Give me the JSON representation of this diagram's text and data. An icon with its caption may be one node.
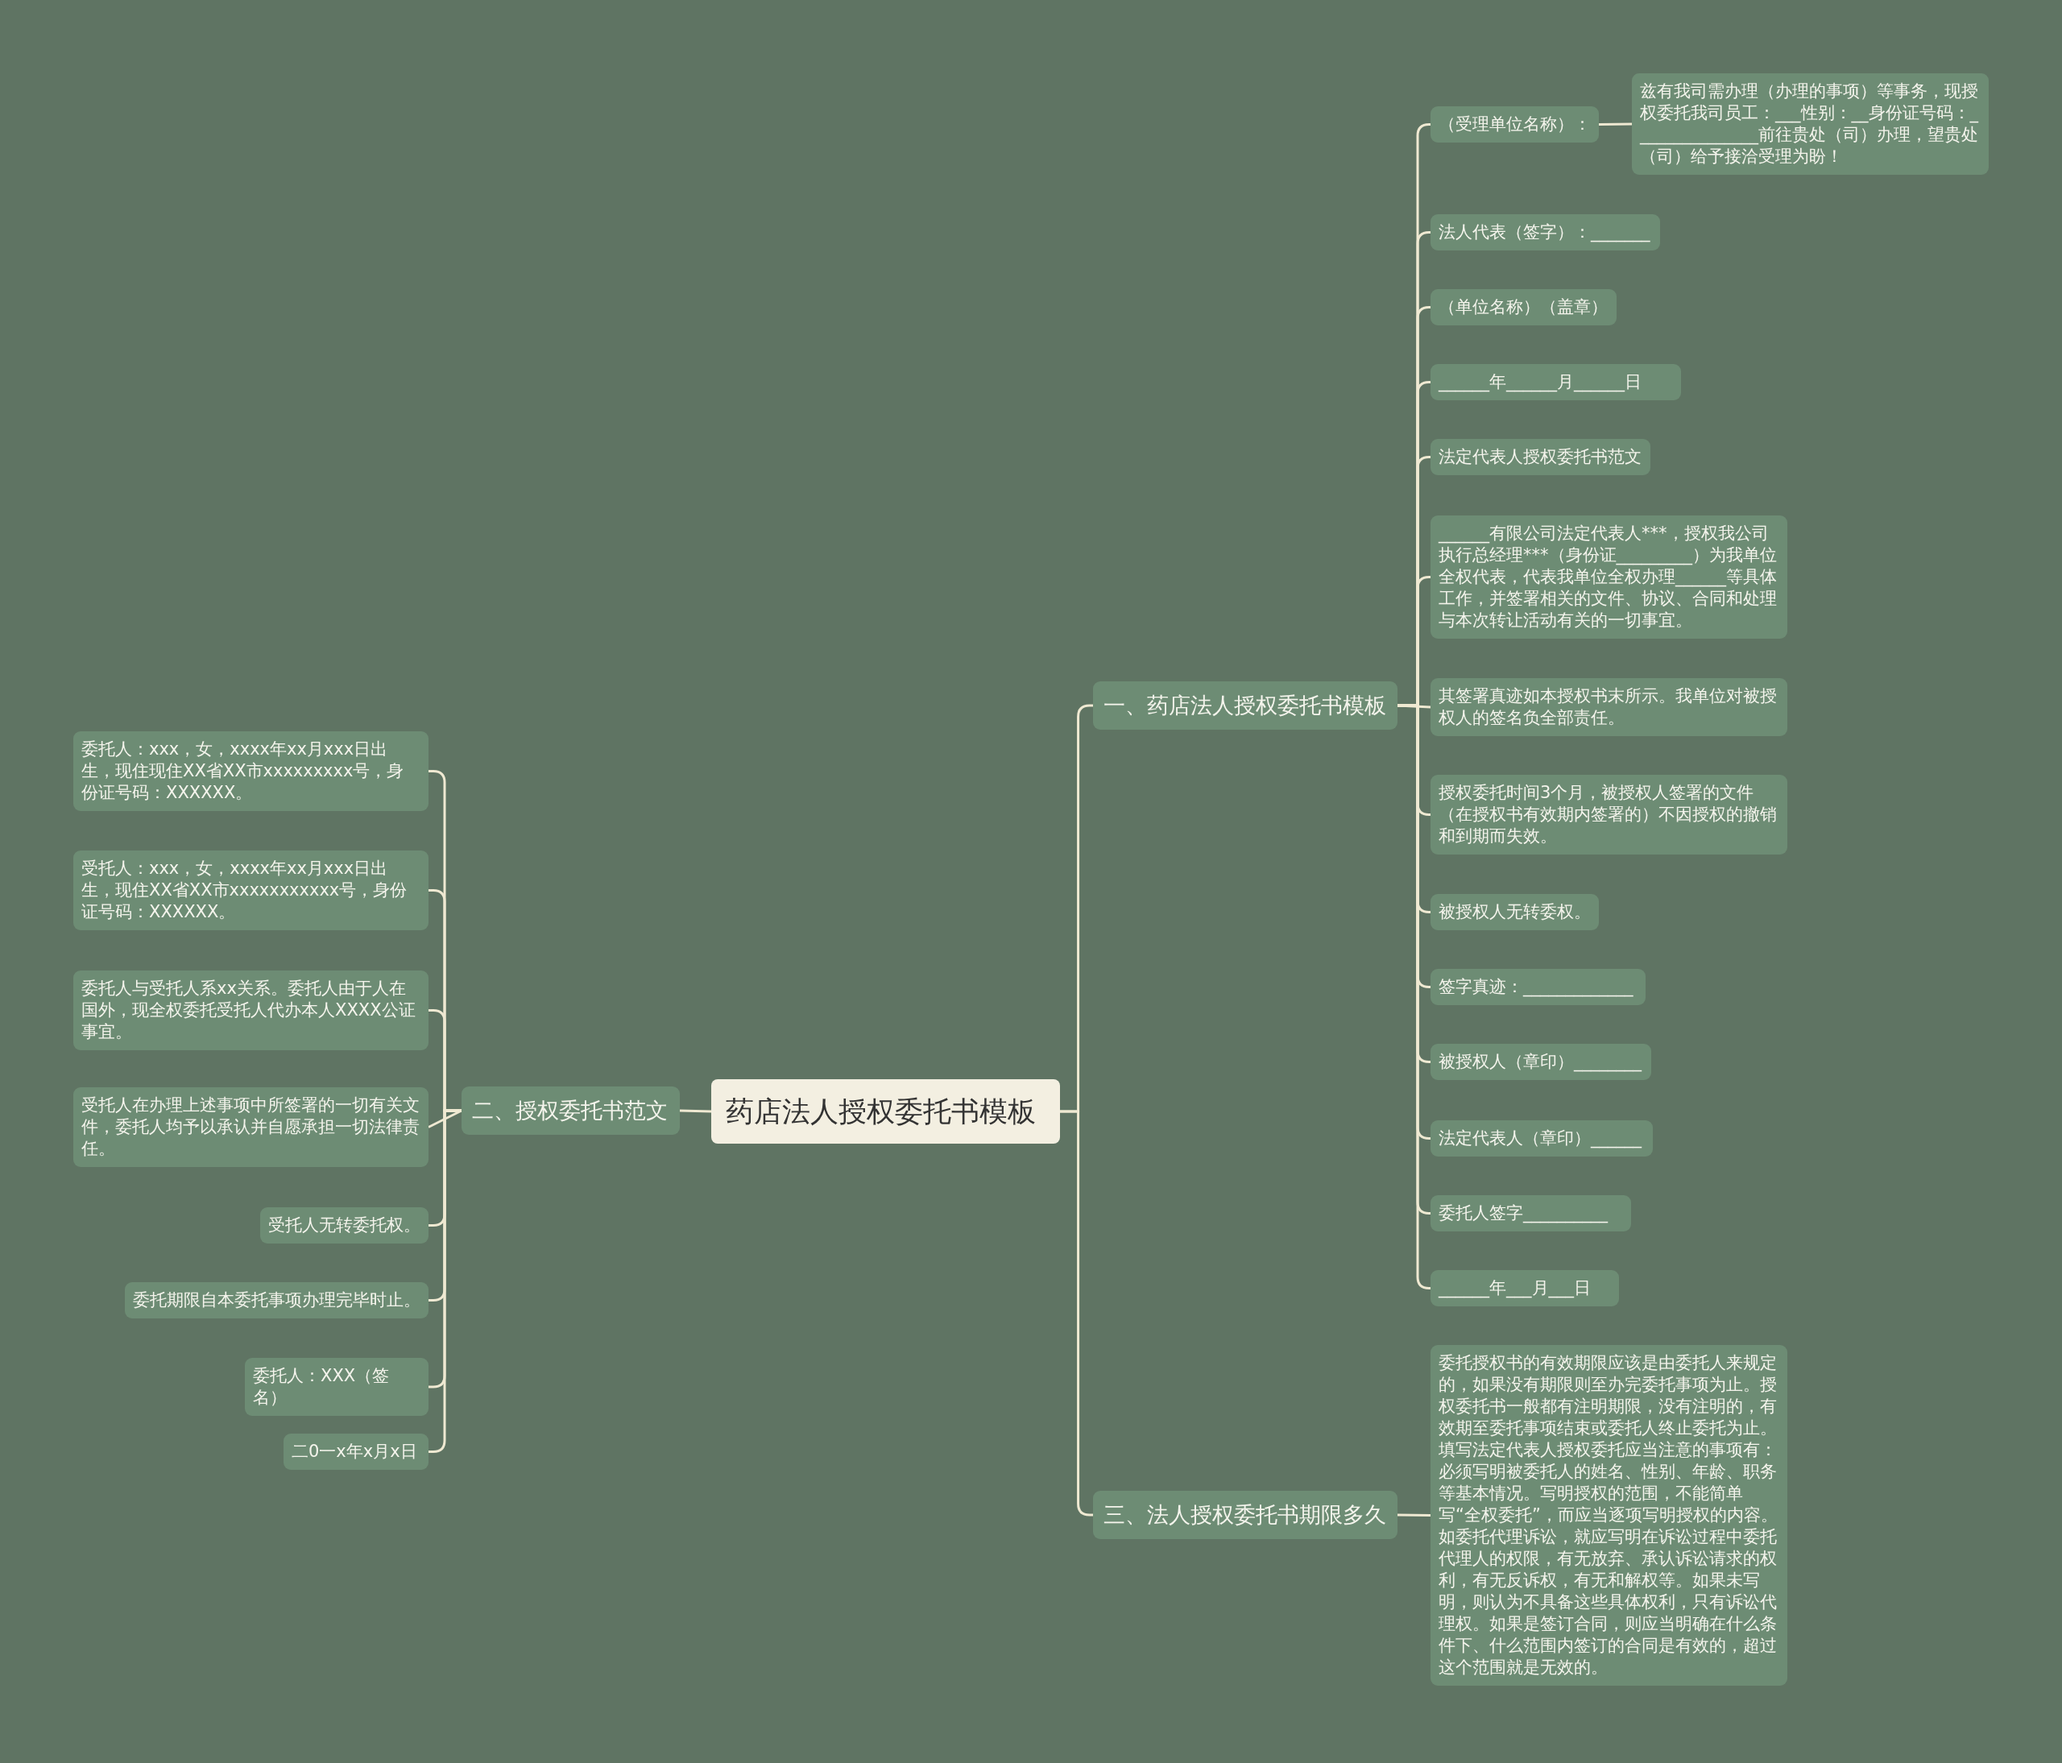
{
  "diagram": {
    "nodes": [
      {
        "text": [
          "药店法人授权委托书模板"
        ]
      },
      {
        "text": [
          "一、药店法人授权委托书模板"
        ]
      },
      {
        "text": [
          "（受理单位名称）："
        ]
      },
      {
        "text": [
          "兹有我司需办理（办理的事项）等事务，现授权委托我司员工：___性别：__身份证号码：_______________前往贵处（司）办理，望贵处（司）给予接洽受理为盼！"
        ]
      },
      {
        "text": [
          "法人代表（签字）：_______"
        ]
      },
      {
        "text": [
          "（单位名称）（盖章）"
        ]
      },
      {
        "text": [
          "______年______月______日"
        ]
      },
      {
        "text": [
          "法定代表人授权委托书范文"
        ]
      },
      {
        "text": [
          "______有限公司法定代表人***，授权我公司执行总经理***（身份证_________）为我单位全权代表，代表我单位全权办理______等具体工作，并签署相关的文件、协议、合同和处理与本次转让活动有关的一切事宜。"
        ]
      },
      {
        "text": [
          "其签署真迹如本授权书末所示。我单位对被授权人的签名负全部责任。"
        ]
      },
      {
        "text": [
          "授权委托时间3个月，被授权人签署的文件（在授权书有效期内签署的）不因授权的撤销和到期而失效。"
        ]
      },
      {
        "text": [
          "被授权人无转委权。"
        ]
      },
      {
        "text": [
          "签字真迹：_____________"
        ]
      },
      {
        "text": [
          "被授权人（章印）________"
        ]
      },
      {
        "text": [
          "法定代表人（章印）______"
        ]
      },
      {
        "text": [
          "委托人签字__________"
        ]
      },
      {
        "text": [
          "______年___月___日"
        ]
      },
      {
        "text": [
          "三、法人授权委托书期限多久"
        ]
      },
      {
        "text": [
          "委托授权书的有效期限应该是由委托人来规定的，如果没有期限则至办完委托事项为止。授权委托书一般都有注明期限，没有注明的，有效期至委托事项结束或委托人终止委托为止。填写法定代表人授权委托应当注意的事项有：必须写明被委托人的姓名、性别、年龄、职务等基本情况。写明授权的范围，不能简单写“全权委托”，而应当逐项写明授权的内容。如委托代理诉讼，就应写明在诉讼过程中委托代理人的权限，有无放弃、承认诉讼请求的权利，有无反诉权，有无和解权等。如果未写明，则认为不具备这些具体权利，只有诉讼代理权。如果是签订合同，则应当明确在什么条件下、什么范围内签订的合同是有效的，超过这个范围就是无效的。"
        ]
      },
      {
        "text": [
          "二、授权委托书范文"
        ]
      },
      {
        "text": [
          "委托人：xxx，女，xxxx年xx月xxx日出生，现住现住XX省XX市xxxxxxxxx号，身份证号码：XXXXXX。"
        ]
      },
      {
        "text": [
          "受托人：xxx，女，xxxx年xx月xxx日出生，现住XX省XX市xxxxxxxxxxx号，身份证号码：XXXXXX。"
        ]
      },
      {
        "text": [
          "委托人与受托人系xx关系。委托人由于人在国外，现全权委托受托人代办本人XXXX公证事宜。"
        ]
      },
      {
        "text": [
          "受托人在办理上述事项中所签署的一切有关文件，委托人均予以承认并自愿承担一切法律责任。"
        ]
      },
      {
        "text": [
          "受托人无转委托权。"
        ]
      },
      {
        "text": [
          "委托期限自本委托事项办理完毕时止。"
        ]
      },
      {
        "text": [
          "委托人：XXX（签名）"
        ]
      },
      {
        "text": [
          "二0一x年x月x日"
        ]
      }
    ],
    "edges": [
      {
        "from": 0,
        "to": 1,
        "arrow": "none"
      },
      {
        "from": 0,
        "to": 17,
        "arrow": "none"
      },
      {
        "from": 0,
        "to": 19,
        "arrow": "none"
      },
      {
        "from": 1,
        "to": 2,
        "arrow": "none"
      },
      {
        "from": 2,
        "to": 3,
        "arrow": "none"
      },
      {
        "from": 1,
        "to": 4,
        "arrow": "none"
      },
      {
        "from": 1,
        "to": 5,
        "arrow": "none"
      },
      {
        "from": 1,
        "to": 6,
        "arrow": "none"
      },
      {
        "from": 1,
        "to": 7,
        "arrow": "none"
      },
      {
        "from": 1,
        "to": 8,
        "arrow": "none"
      },
      {
        "from": 1,
        "to": 9,
        "arrow": "none"
      },
      {
        "from": 1,
        "to": 10,
        "arrow": "none"
      },
      {
        "from": 1,
        "to": 11,
        "arrow": "none"
      },
      {
        "from": 1,
        "to": 12,
        "arrow": "none"
      },
      {
        "from": 1,
        "to": 13,
        "arrow": "none"
      },
      {
        "from": 1,
        "to": 14,
        "arrow": "none"
      },
      {
        "from": 1,
        "to": 15,
        "arrow": "none"
      },
      {
        "from": 1,
        "to": 16,
        "arrow": "none"
      },
      {
        "from": 17,
        "to": 18,
        "arrow": "none"
      },
      {
        "from": 19,
        "to": 20,
        "arrow": "none"
      },
      {
        "from": 19,
        "to": 21,
        "arrow": "none"
      },
      {
        "from": 19,
        "to": 22,
        "arrow": "none"
      },
      {
        "from": 19,
        "to": 23,
        "arrow": "none"
      },
      {
        "from": 19,
        "to": 24,
        "arrow": "none"
      },
      {
        "from": 19,
        "to": 25,
        "arrow": "none"
      },
      {
        "from": 19,
        "to": 26,
        "arrow": "none"
      },
      {
        "from": 19,
        "to": 27,
        "arrow": "none"
      }
    ]
  }
}
